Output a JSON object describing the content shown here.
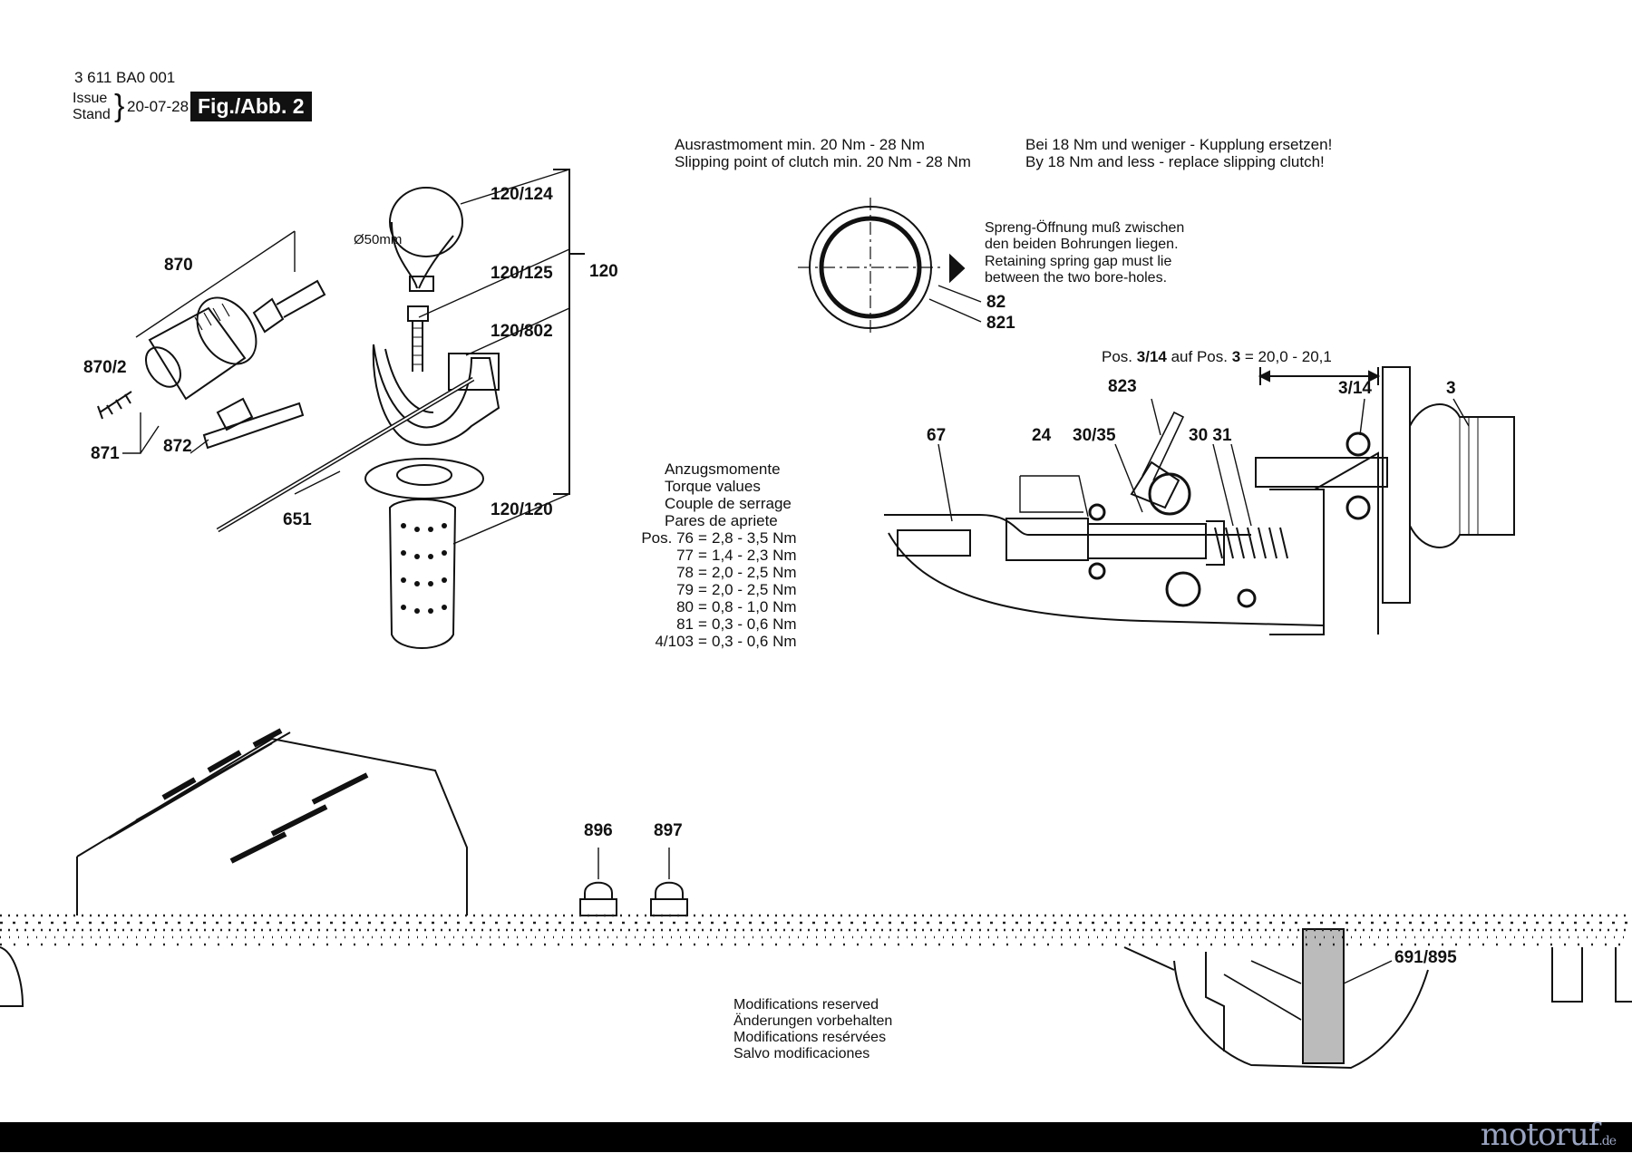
{
  "header": {
    "doc_number": "3 611 BA0 001",
    "issue_label": "Issue",
    "stand_label": "Stand",
    "date": "20-07-28",
    "figure_badge": "Fig./Abb. 2"
  },
  "notes": {
    "clutch_de": "Ausrastmoment min. 20 Nm - 28 Nm",
    "clutch_en": "Slipping point of clutch min. 20 Nm - 28 Nm",
    "replace_de": "Bei 18 Nm und weniger - Kupplung ersetzen!",
    "replace_en": "By 18 Nm and less - replace slipping clutch!",
    "spring_de_1": "Spreng-Öffnung muß zwischen",
    "spring_de_2": "den beiden Bohrungen liegen.",
    "spring_en_1": "Retaining spring gap must lie",
    "spring_en_2": "between the two bore-holes.",
    "position_prefix": "Pos.",
    "position_part": "3/14",
    "position_mid": "auf Pos.",
    "position_ref": "3",
    "position_value": "= 20,0 - 20,1"
  },
  "torque": {
    "heading_de": "Anzugsmomente",
    "heading_en": "Torque values",
    "heading_fr": "Couple de serrage",
    "heading_es": "Pares de apriete",
    "rows": [
      {
        "pos": "Pos. 76",
        "value": "2,8 - 3,5 Nm"
      },
      {
        "pos": "77",
        "value": "1,4 - 2,3 Nm"
      },
      {
        "pos": "78",
        "value": "2,0 - 2,5 Nm"
      },
      {
        "pos": "79",
        "value": "2,0 - 2,5 Nm"
      },
      {
        "pos": "80",
        "value": "0,8 - 1,0 Nm"
      },
      {
        "pos": "81",
        "value": "0,3 - 0,6 Nm"
      },
      {
        "pos": "4/103",
        "value": "0,3 - 0,6 Nm"
      }
    ]
  },
  "modifications": {
    "en": "Modifications reserved",
    "de": "Änderungen vorbehalten",
    "fr": "Modifications resérvées",
    "es": "Salvo modificaciones"
  },
  "parts": {
    "p870": "870",
    "p870_2": "870/2",
    "p871": "871",
    "p872": "872",
    "p651": "651",
    "p120": "120",
    "p120_124": "120/124",
    "p120_125": "120/125",
    "p120_802": "120/802",
    "p120_120": "120/120",
    "diameter": "Ø50mm",
    "p82": "82",
    "p821": "821",
    "p823": "823",
    "p3_14": "3/14",
    "p3": "3",
    "p67": "67",
    "p24": "24",
    "p30_35": "30/35",
    "p30_31": "30 31",
    "p896": "896",
    "p897": "897",
    "p691_895": "691/895"
  },
  "watermark": {
    "main": "motoruf",
    "suffix": ".de"
  }
}
